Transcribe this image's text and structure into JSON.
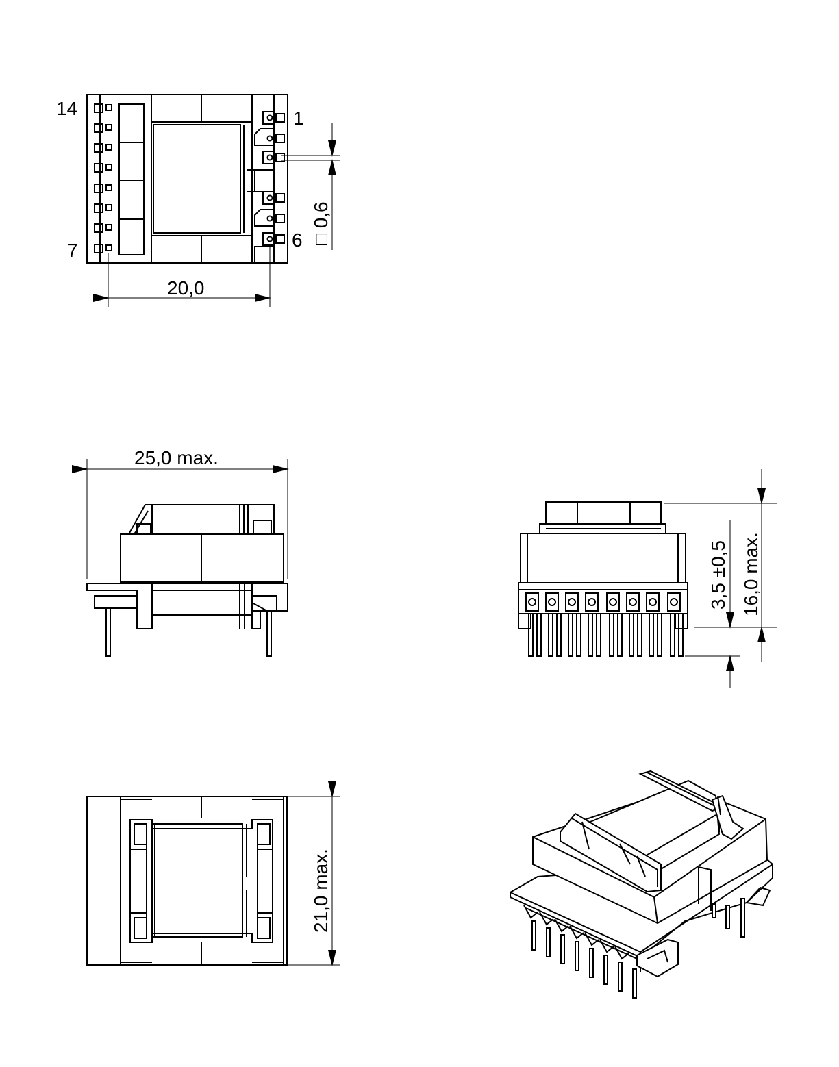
{
  "drawing": {
    "top_view": {
      "pin_labels": {
        "top_left": "14",
        "bottom_left": "7",
        "top_right": "1",
        "bottom_right": "6"
      },
      "pin_pitch_label": "20,0",
      "pin_size_label": "□ 0,6"
    },
    "side_view": {
      "length_label": "25,0  max."
    },
    "front_view": {
      "pin_length_label": "3,5 ±0,5",
      "height_label": "16,0  max."
    },
    "bottom_view": {
      "width_label": "21,0  max."
    }
  }
}
